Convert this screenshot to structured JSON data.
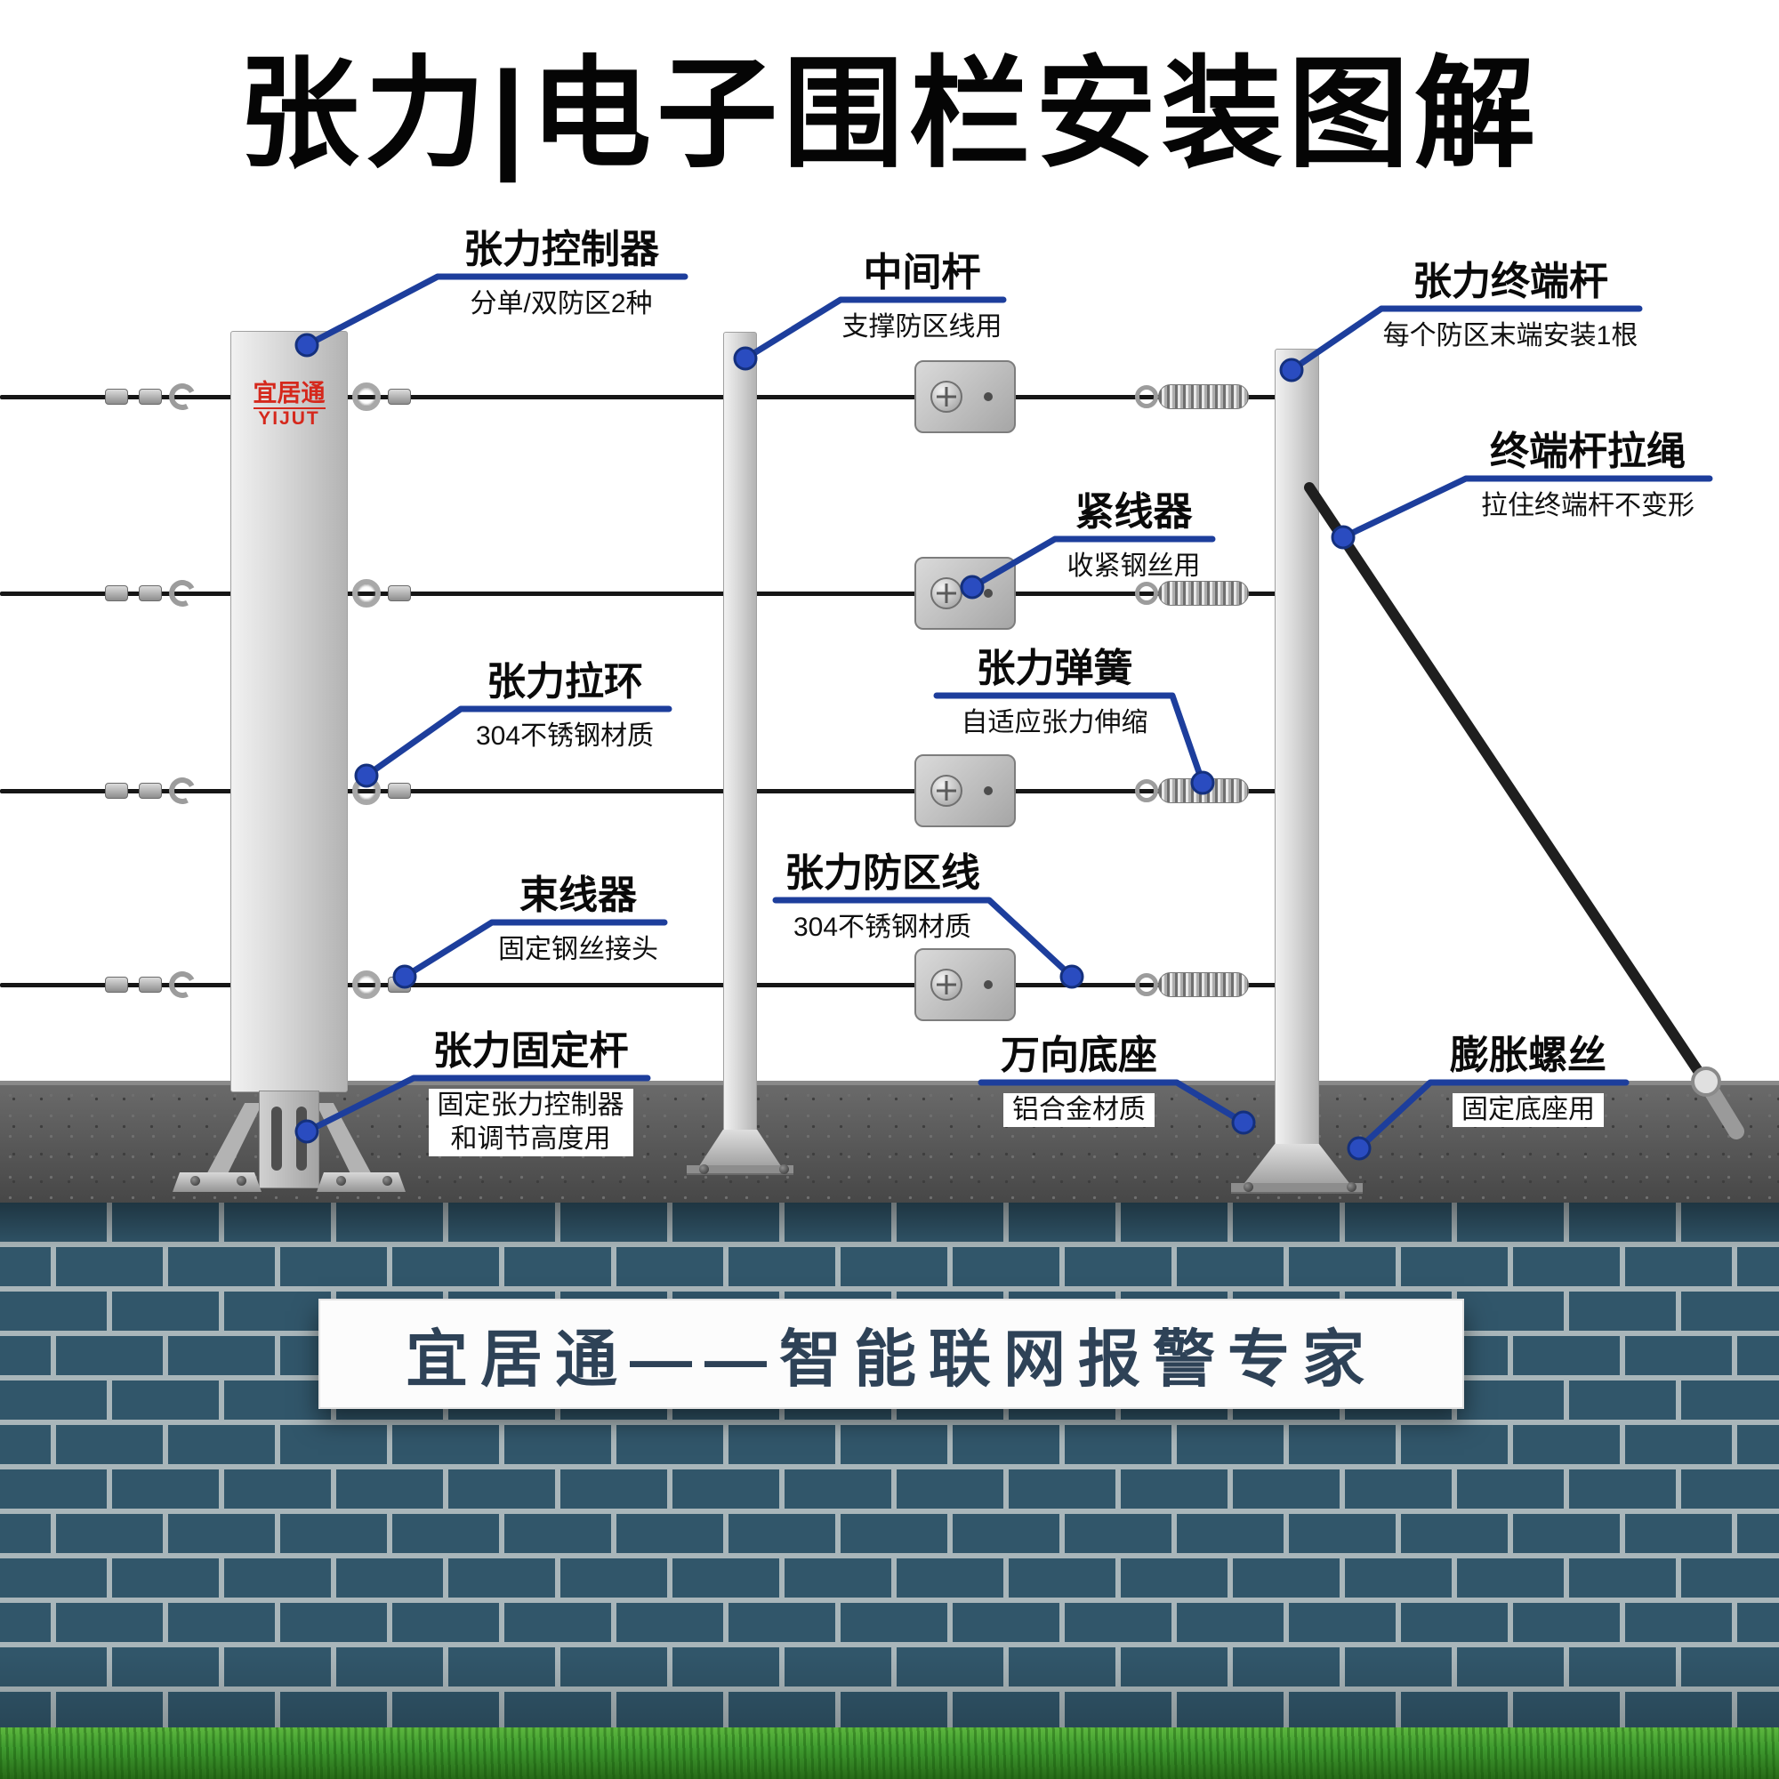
{
  "title": "张力|电子围栏安装图解",
  "pole_logo": {
    "cn": "宜居通",
    "en": "YIJUT"
  },
  "banner": {
    "text": "宜居通——智能联网报警专家"
  },
  "callouts": [
    {
      "name": "tension-controller",
      "title": "张力控制器",
      "subtitle": "分单/双防区2种"
    },
    {
      "name": "middle-pole",
      "title": "中间杆",
      "subtitle": "支撑防区线用"
    },
    {
      "name": "tension-terminal-pole",
      "title": "张力终端杆",
      "subtitle": "每个防区末端安装1根"
    },
    {
      "name": "terminal-pole-rope",
      "title": "终端杆拉绳",
      "subtitle": "拉住终端杆不变形"
    },
    {
      "name": "wire-tightener",
      "title": "紧线器",
      "subtitle": "收紧钢丝用"
    },
    {
      "name": "tension-ring",
      "title": "张力拉环",
      "subtitle": "304不锈钢材质"
    },
    {
      "name": "tension-spring",
      "title": "张力弹簧",
      "subtitle": "自适应张力伸缩"
    },
    {
      "name": "wire-binder",
      "title": "束线器",
      "subtitle": "固定钢丝接头"
    },
    {
      "name": "tension-zone-wire",
      "title": "张力防区线",
      "subtitle": "304不锈钢材质"
    },
    {
      "name": "tension-fixing-pole",
      "title": "张力固定杆",
      "subtitle": "固定张力控制器\n和调节高度用"
    },
    {
      "name": "universal-base",
      "title": "万向底座",
      "subtitle": "铝合金材质"
    },
    {
      "name": "expansion-screw",
      "title": "膨胀螺丝",
      "subtitle": "固定底座用"
    }
  ],
  "colors": {
    "accent_blue": "#1d3e9c",
    "dot_blue": "#2a4cc0",
    "brick": "#31566a",
    "mortar": "#a9b6ba",
    "grass": "#3f9b2f",
    "logo_red": "#d5281c",
    "banner_text": "#2e4257"
  }
}
